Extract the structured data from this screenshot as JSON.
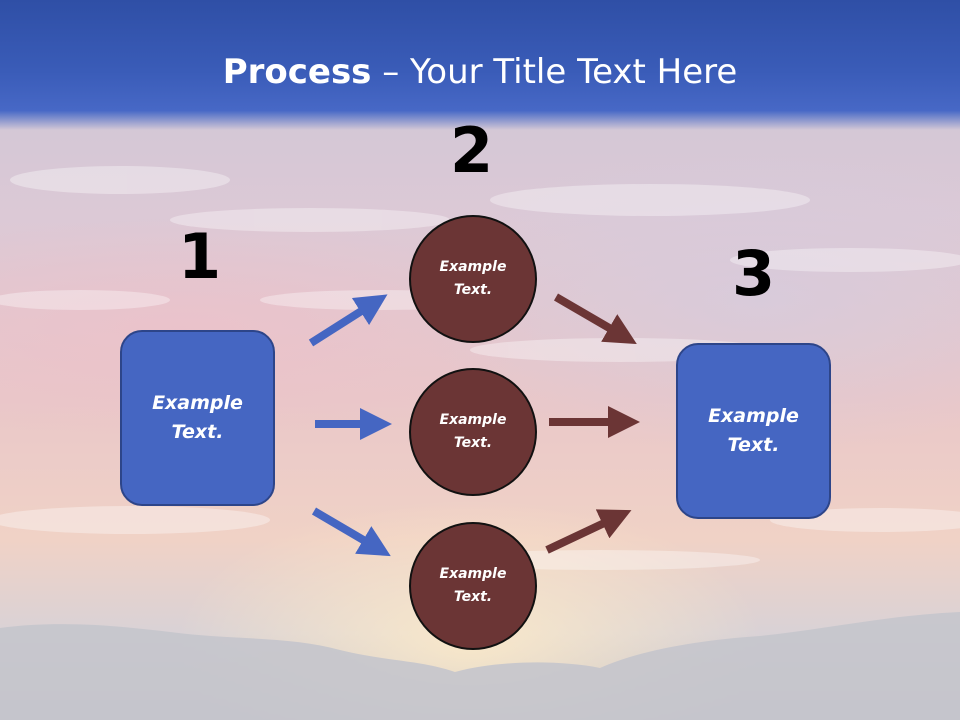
{
  "slide": {
    "title_bold": "Process",
    "title_rest": " – Your Title Text Here"
  },
  "steps": {
    "one": "1",
    "two": "2",
    "three": "3"
  },
  "left_box": {
    "text": "Example\nText."
  },
  "circles": [
    {
      "text": "Example\nText."
    },
    {
      "text": "Example\nText."
    },
    {
      "text": "Example\nText."
    }
  ],
  "right_box": {
    "text": "Example\nText."
  },
  "colors": {
    "header": "#3a5cb8",
    "box_fill": "#4566c2",
    "circle_fill": "#6b3535",
    "blue_arrow": "#4566c2",
    "red_arrow": "#6b3535"
  }
}
